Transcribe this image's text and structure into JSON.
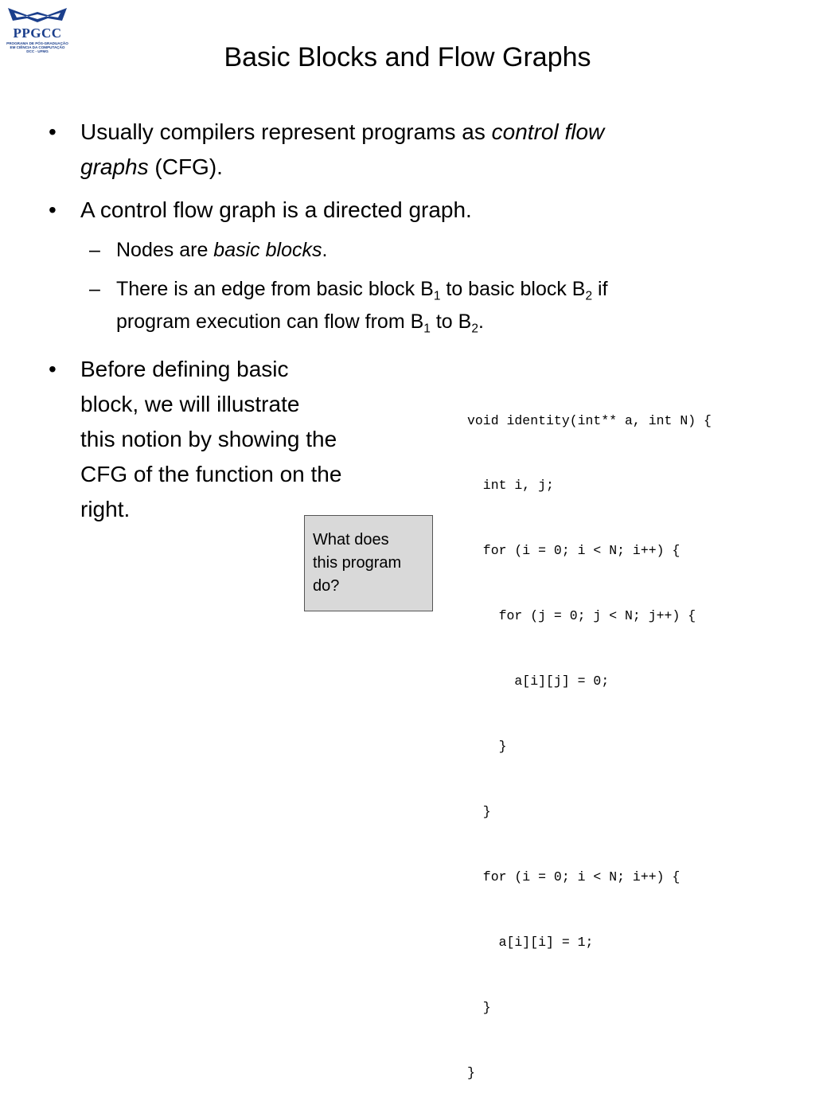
{
  "logo": {
    "name": "PPGCC",
    "lines": [
      "PROGRAMA DE PÓS-GRADUAÇÃO",
      "EM CIÊNCIA DA COMPUTAÇÃO",
      "DCC - UFMG"
    ]
  },
  "title": "Basic Blocks and Flow Graphs",
  "bullets": {
    "b1": {
      "text_a": "Usually compilers represent programs as ",
      "italic_a": "control flow",
      "italic_b": "graphs",
      "text_b": " (CFG)."
    },
    "b2": {
      "text": "A control flow graph is a directed graph."
    },
    "s1": {
      "text_a": "Nodes are ",
      "italic": "basic blocks",
      "text_b": "."
    },
    "s2": {
      "line1_a": "There is an edge from basic block B",
      "sub1": "1",
      "line1_b": " to basic block B",
      "sub2": "2",
      "line1_c": " if",
      "line2_a": "program execution can flow from B",
      "sub3": "1",
      "line2_b": " to B",
      "sub4": "2",
      "line2_c": "."
    },
    "b3": {
      "lines": [
        "Before defining basic",
        "block, we will illustrate",
        "this notion by showing the",
        "CFG of the function on the",
        "right."
      ]
    }
  },
  "marks": {
    "bullet": "•",
    "dash": "–"
  },
  "code": [
    "void identity(int** a, int N) {",
    "  int i, j;",
    "  for (i = 0; i < N; i++) {",
    "    for (j = 0; j < N; j++) {",
    "      a[i][j] = 0;",
    "    }",
    "  }",
    "  for (i = 0; i < N; i++) {",
    "    a[i][i] = 1;",
    "  }",
    "}"
  ],
  "note": {
    "lines": [
      "What does",
      "this program",
      "do?"
    ]
  }
}
